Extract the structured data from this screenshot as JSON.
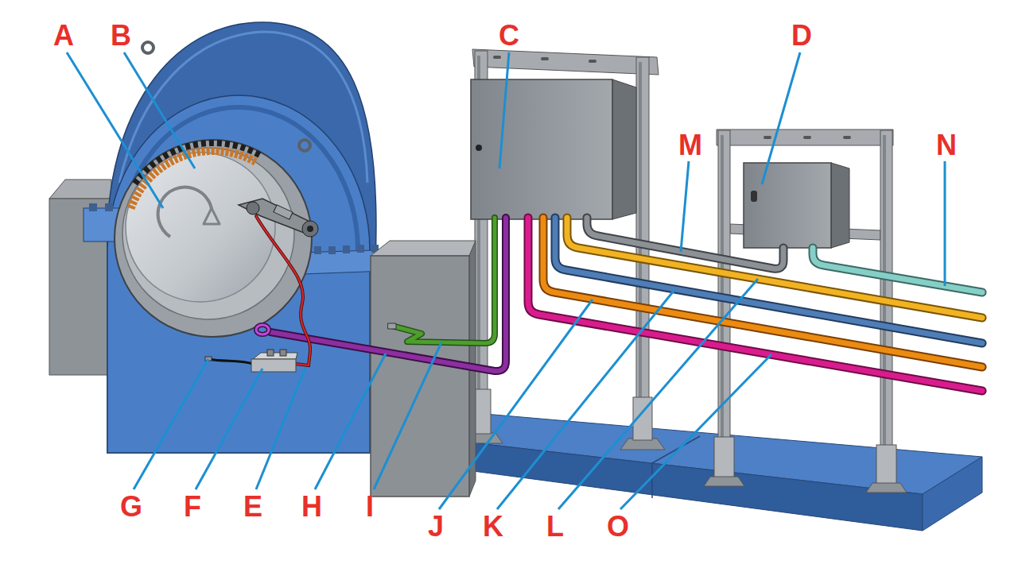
{
  "diagram": {
    "labels": [
      "A",
      "B",
      "C",
      "D",
      "M",
      "N",
      "G",
      "F",
      "E",
      "H",
      "I",
      "J",
      "K",
      "L",
      "O"
    ]
  }
}
